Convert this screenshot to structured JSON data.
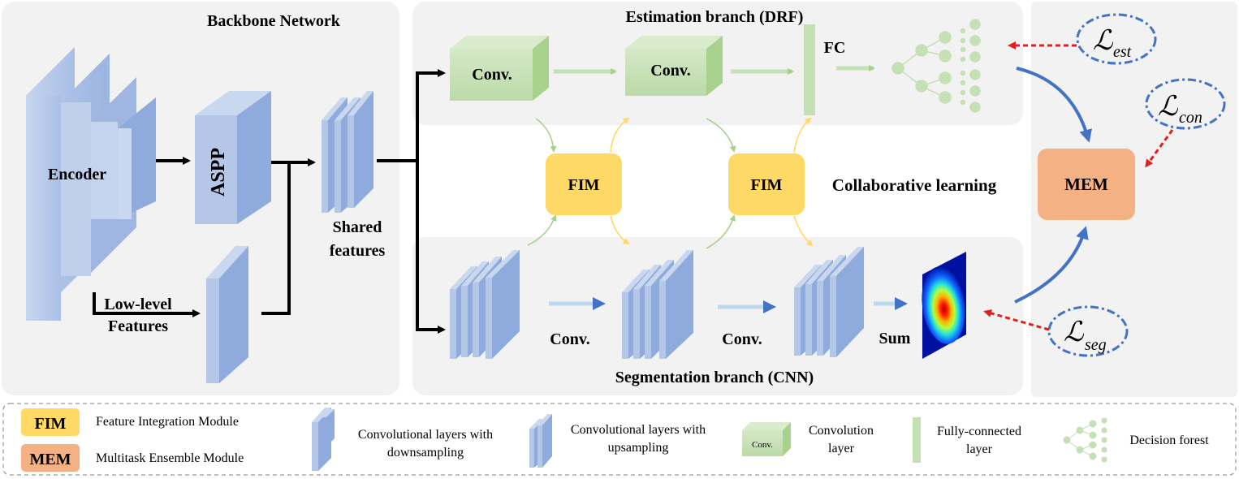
{
  "panels": {
    "backbone_title": "Backbone Network",
    "estimation_title": "Estimation branch (DRF)",
    "segmentation_title": "Segmentation branch (CNN)",
    "collaborative_label": "Collaborative learning"
  },
  "backbone": {
    "encoder_label": "Encoder",
    "aspp_label": "ASPP",
    "low_level_line1": "Low-level",
    "low_level_line2": "Features",
    "shared_line1": "Shared",
    "shared_line2": "features"
  },
  "estimation": {
    "conv1_label": "Conv.",
    "conv2_label": "Conv.",
    "fc_label": "FC"
  },
  "segmentation": {
    "conv_label_1": "Conv.",
    "conv_label_2": "Conv.",
    "sum_label": "Sum"
  },
  "modules": {
    "fim_1": "FIM",
    "fim_2": "FIM",
    "mem": "MEM"
  },
  "losses": {
    "est_sub": "est",
    "con_sub": "con",
    "seg_sub": "seg"
  },
  "legend": {
    "fim_abbr": "FIM",
    "fim_desc": "Feature Integration Module",
    "mem_abbr": "MEM",
    "mem_desc": "Multitask Ensemble Module",
    "down_line1": "Convolutional layers with",
    "down_line2": "downsampling",
    "up_line1": "Convolutional layers with",
    "up_line2": "upsampling",
    "conv_icon": "Conv.",
    "conv_line1": "Convolution",
    "conv_line2": "layer",
    "fc_line1": "Fully-connected",
    "fc_line2": "layer",
    "forest": "Decision forest"
  },
  "colors": {
    "panel_bg": "#f2f2f2",
    "fim_fill": "#ffd966",
    "mem_fill": "#f4b183",
    "blue_front": "#b4c7e7",
    "blue_side": "#8faadc",
    "green_front": "#c5e0b4",
    "green_side": "#a9d18e",
    "loss_ring": "#4472c4",
    "loss_arrow": "#e02020"
  }
}
